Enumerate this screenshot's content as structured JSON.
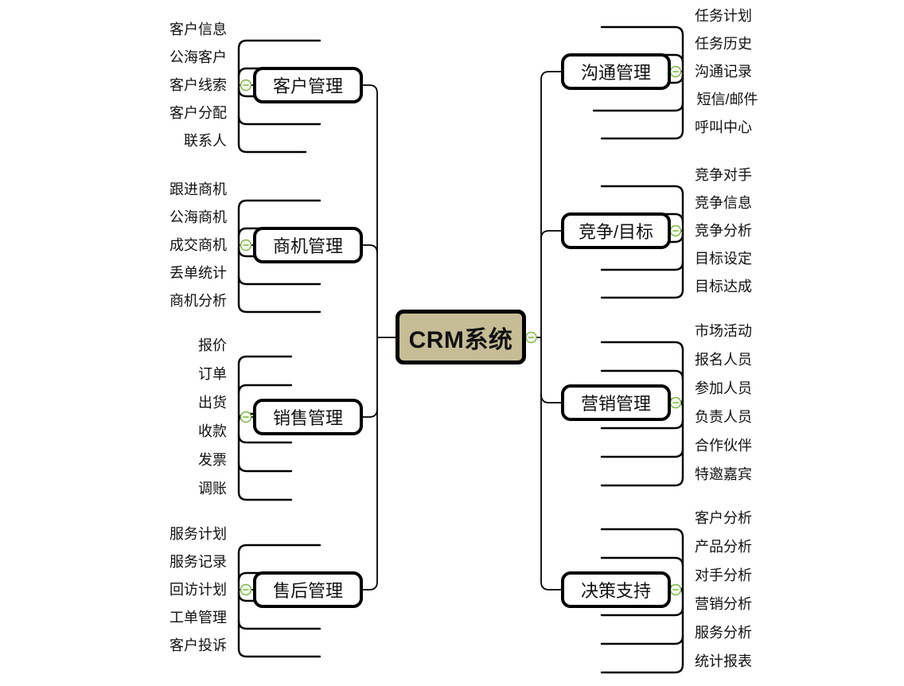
{
  "root": {
    "label": "CRM系统",
    "fill": "#c6bd96"
  },
  "colors": {
    "line": "#000000",
    "collapse_ring": "#82b54b",
    "collapse_fill": "#f1f8ea",
    "node_border": "#000000",
    "background": "#ffffff"
  },
  "branches": [
    {
      "side": "left",
      "label": "客户管理",
      "children": [
        "客户信息",
        "公海客户",
        "客户线索",
        "客户分配",
        "联系人"
      ]
    },
    {
      "side": "left",
      "label": "商机管理",
      "children": [
        "跟进商机",
        "公海商机",
        "成交商机",
        "丢单统计",
        "商机分析"
      ]
    },
    {
      "side": "left",
      "label": "销售管理",
      "children": [
        "报价",
        "订单",
        "出货",
        "收款",
        "发票",
        "调账"
      ]
    },
    {
      "side": "left",
      "label": "售后管理",
      "children": [
        "服务计划",
        "服务记录",
        "回访计划",
        "工单管理",
        "客户投诉"
      ]
    },
    {
      "side": "right",
      "label": "沟通管理",
      "children": [
        "任务计划",
        "任务历史",
        "沟通记录",
        "短信/邮件",
        "呼叫中心"
      ]
    },
    {
      "side": "right",
      "label": "竞争/目标",
      "children": [
        "竞争对手",
        "竞争信息",
        "竞争分析",
        "目标设定",
        "目标达成"
      ]
    },
    {
      "side": "right",
      "label": "营销管理",
      "children": [
        "市场活动",
        "报名人员",
        "参加人员",
        "负责人员",
        "合作伙伴",
        "特邀嘉宾"
      ]
    },
    {
      "side": "right",
      "label": "决策支持",
      "children": [
        "客户分析",
        "产品分析",
        "对手分析",
        "营销分析",
        "服务分析",
        "统计报表"
      ]
    }
  ]
}
